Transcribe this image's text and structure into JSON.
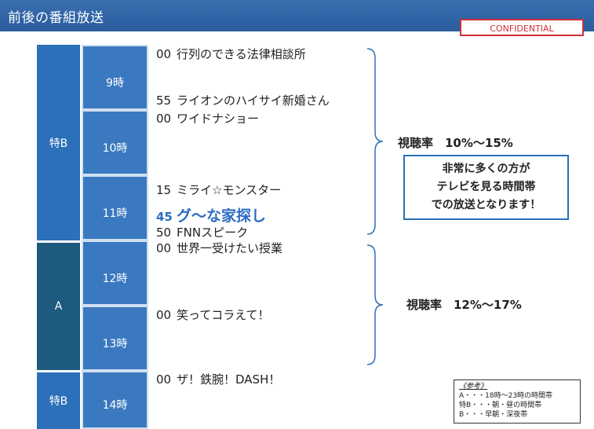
{
  "header": {
    "title": "前後の番組放送",
    "confidential": "CONFIDENTIAL"
  },
  "ranks": {
    "r1": "特B",
    "r2": "A",
    "r3": "特B"
  },
  "hours": [
    "9時",
    "10時",
    "11時",
    "12時",
    "13時",
    "14時"
  ],
  "programs": [
    {
      "min": "00",
      "title": "行列のできる法律相談所"
    },
    {
      "min": "55",
      "title": "ライオンのハイサイ新婚さん"
    },
    {
      "min": "00",
      "title": "ワイドナショー"
    },
    {
      "min": "15",
      "title": "ミライ☆モンスター"
    },
    {
      "min": "45",
      "title": "グ～な家探し"
    },
    {
      "min": "50",
      "title": "FNNスピーク"
    },
    {
      "min": "00",
      "title": "世界一受けたい授業"
    },
    {
      "min": "00",
      "title": "笑ってコラえて！"
    },
    {
      "min": "00",
      "title": "ザ！鉄腕！DASH！"
    }
  ],
  "ratings": [
    {
      "text": "視聴率　10%～15%"
    },
    {
      "text": "視聴率　12%～17%"
    }
  ],
  "message": [
    "非常に多くの方が",
    "テレビを見る時間帯",
    "での放送となります！"
  ],
  "legend": {
    "heading": "《参考》",
    "lines": [
      "A・・・18時～23時の時間帯",
      "特B・・・朝・昼の時間帯",
      "B・・・早朝・深夜帯"
    ]
  },
  "colors": {
    "header": "#2a5c9e",
    "rank": "#2b70b8",
    "rank_dark": "#1d5a7e",
    "highlight": "#2b6cc4",
    "confidential": "#d0303a"
  }
}
